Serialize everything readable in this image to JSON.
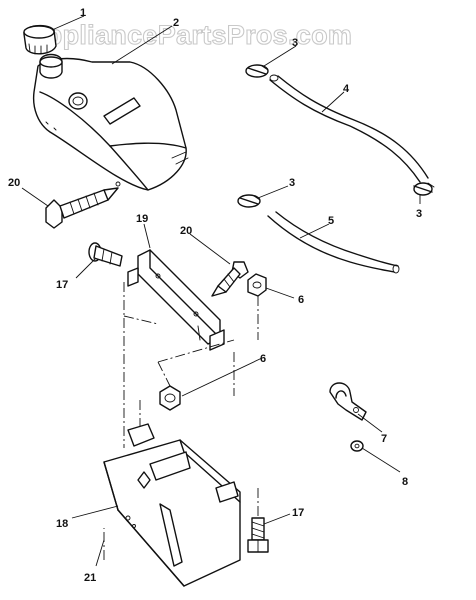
{
  "watermark": "AppliancePartsPros.com",
  "callouts": [
    {
      "id": "c1",
      "label": "1"
    },
    {
      "id": "c2",
      "label": "2"
    },
    {
      "id": "c3a",
      "label": "3"
    },
    {
      "id": "c4",
      "label": "4"
    },
    {
      "id": "c3b",
      "label": "3"
    },
    {
      "id": "c5",
      "label": "5"
    },
    {
      "id": "c3c",
      "label": "3"
    },
    {
      "id": "c20a",
      "label": "20"
    },
    {
      "id": "c19",
      "label": "19"
    },
    {
      "id": "c20b",
      "label": "20"
    },
    {
      "id": "c17a",
      "label": "17"
    },
    {
      "id": "c6a",
      "label": "6"
    },
    {
      "id": "c6b",
      "label": "6"
    },
    {
      "id": "c7",
      "label": "7"
    },
    {
      "id": "c8",
      "label": "8"
    },
    {
      "id": "c18",
      "label": "18"
    },
    {
      "id": "c17b",
      "label": "17"
    },
    {
      "id": "c21",
      "label": "21"
    }
  ]
}
